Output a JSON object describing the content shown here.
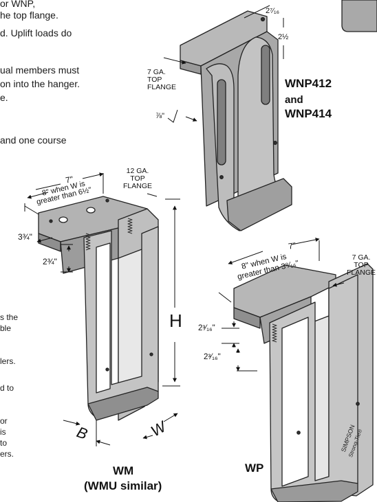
{
  "left_text": {
    "lines_top": [
      "or WNP,",
      "he top flange.",
      "d. Uplift loads do",
      "ual members must",
      "on into the hanger.",
      "e.",
      "and one course"
    ],
    "lines_bottom": [
      "s the",
      "ble",
      "lers.",
      "d to",
      "or",
      "is",
      "to",
      "ers."
    ]
  },
  "wnp": {
    "label_line1": "WNP412",
    "label_line2": "and",
    "label_line3": "WNP414",
    "dim_top": "2⁷⁄₁₆",
    "dim_side": "2½",
    "flange_label": [
      "7 GA.",
      "TOP",
      "FLANGE"
    ],
    "dim_w": "⅞\""
  },
  "wm": {
    "dim_top_main": "7\"",
    "dim_top_note1": "8\" when W is",
    "dim_top_note2": "greater than 6½\"",
    "flange_label": [
      "12 GA.",
      "TOP",
      "FLANGE"
    ],
    "dim_left_top": "3¾\"",
    "dim_left_side": "2¾\"",
    "dim_h": "H",
    "dim_b": "B",
    "dim_w": "W",
    "caption_line1": "WM",
    "caption_line2": "(WMU similar)"
  },
  "wp": {
    "dim_top_main": "7\"",
    "dim_top_note1": "8\" when W is",
    "dim_top_note2": "greater than 3⁹⁄₁₆\"",
    "flange_label": [
      "7 GA.",
      "TOP",
      "FLANGE"
    ],
    "dim_left_top": "2³⁄₁₆\"",
    "dim_left_side": "2³⁄₁₆\"",
    "caption": "WP",
    "brand1": "SIMPSON",
    "brand2": "Strong-Tie®"
  }
}
